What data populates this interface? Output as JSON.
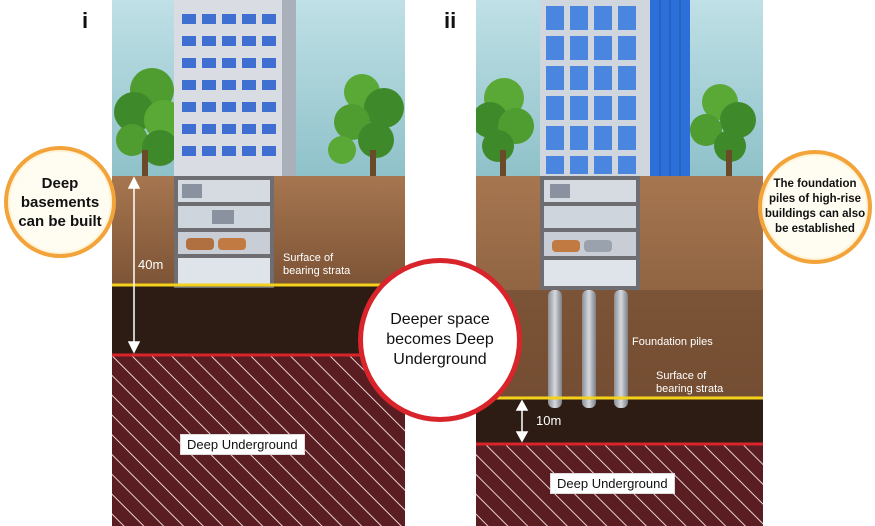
{
  "panels": {
    "left": {
      "numeral": "i",
      "depth_label": "40m",
      "strata_label_line1": "Surface of",
      "strata_label_line2": "bearing strata",
      "deep_label": "Deep Underground"
    },
    "right": {
      "numeral": "ii",
      "depth_label": "10m",
      "piles_label": "Foundation piles",
      "strata_label_line1": "Surface of",
      "strata_label_line2": "bearing strata",
      "deep_label": "Deep Underground"
    }
  },
  "callouts": {
    "left": {
      "line1": "Deep",
      "line2": "basements",
      "line3": "can be built"
    },
    "center": {
      "line1": "Deeper space",
      "line2": "becomes Deep",
      "line3": "Underground"
    },
    "right": {
      "line1": "The foundation",
      "line2": "piles of high-rise",
      "line3": "buildings can also",
      "line4": "be established"
    }
  },
  "colors": {
    "sky": "#a7cfd9",
    "soil": "#9b6b45",
    "bearing": "#2c1c14",
    "deep": "#5a1d22",
    "strata_line": "#f4d21c",
    "deep_line": "#d8242a",
    "callout_orange": "#f2a43a",
    "callout_red": "#d8242a"
  }
}
